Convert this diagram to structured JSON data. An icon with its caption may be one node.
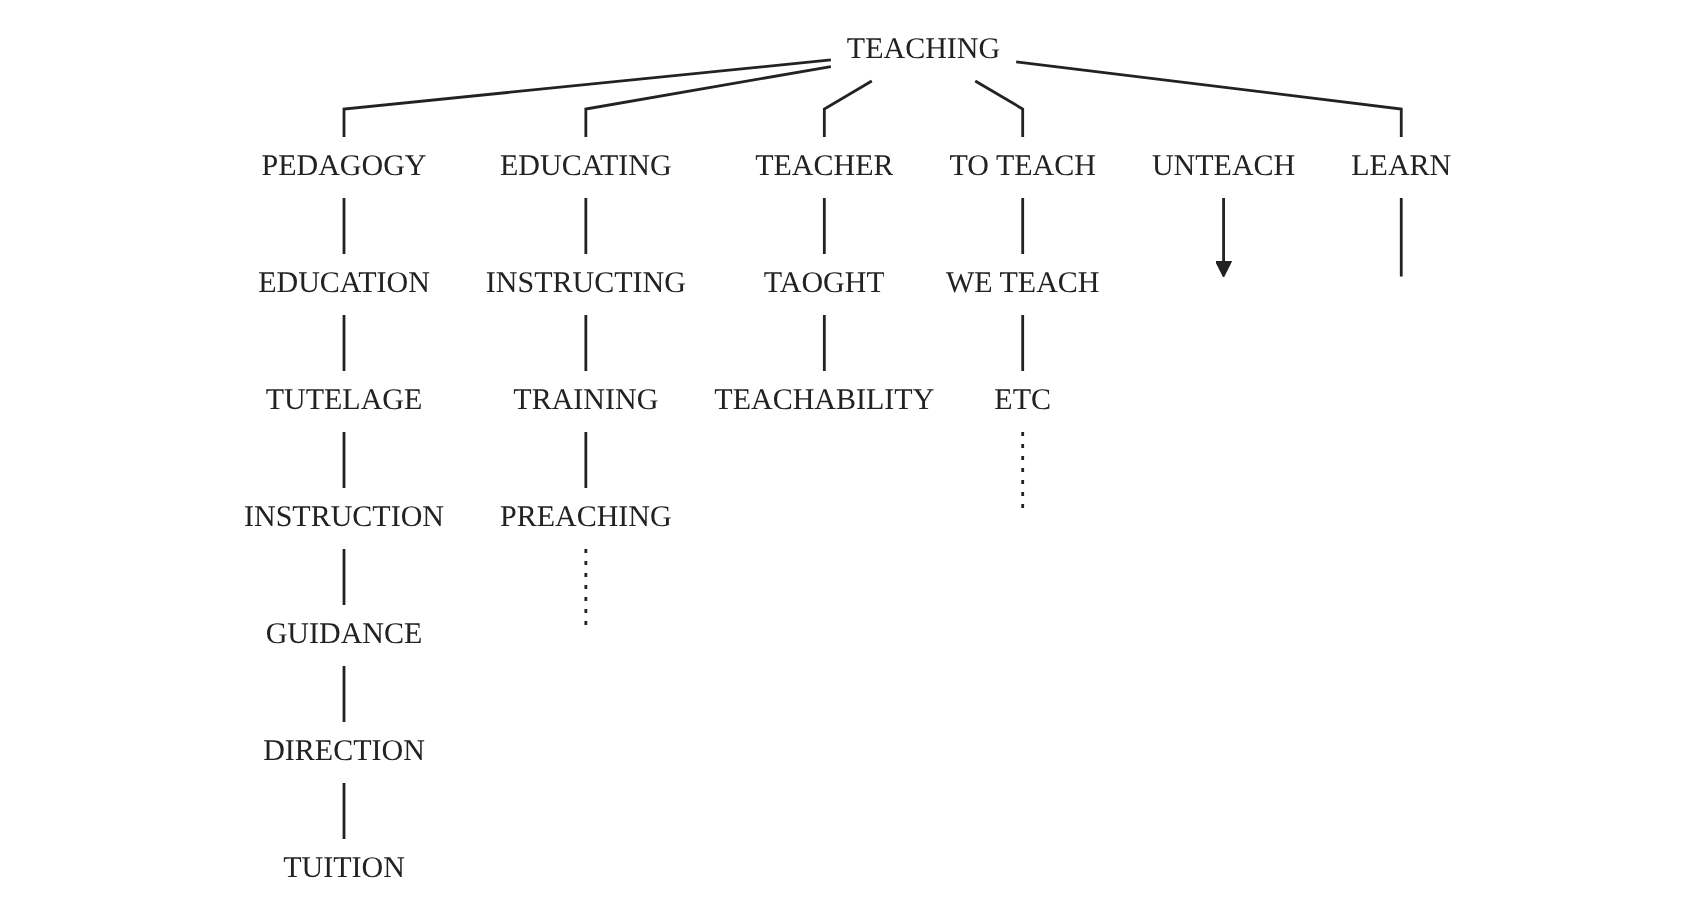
{
  "diagram": {
    "nodes": [
      {
        "text": [
          "TEACHING"
        ]
      },
      {
        "text": [
          "UNTEACH"
        ]
      },
      {
        "text": [
          "PEDAGOGY"
        ]
      },
      {
        "text": [
          "TEACHER"
        ]
      },
      {
        "text": [
          "TO TEACH"
        ]
      },
      {
        "text": [
          "LEARN"
        ]
      },
      {
        "text": [
          "EDUCATION"
        ]
      },
      {
        "text": [
          "EDUCATING"
        ]
      },
      {
        "text": [
          "TAOGHT"
        ]
      },
      {
        "text": [
          "WE TEACH"
        ]
      },
      {
        "text": [
          "TUTELAGE"
        ]
      },
      {
        "text": [
          "ETC"
        ]
      },
      {
        "text": [
          "INSTRUCTION"
        ]
      },
      {
        "text": [
          "INSTRUCTING"
        ]
      },
      {
        "text": [
          "TEACHABILITY"
        ]
      },
      {
        "text": [
          "GUIDANCE"
        ]
      },
      {
        "text": [
          "TRAINING"
        ]
      },
      {
        "text": [
          "DIRECTION"
        ]
      },
      {
        "text": [
          "PREACHING"
        ]
      },
      {
        "text": [
          "TUITION"
        ]
      }
    ],
    "edges": [
      {
        "from": 0,
        "to": 4,
        "arrow": "none"
      },
      {
        "from": 0,
        "to": 2,
        "arrow": "none"
      },
      {
        "from": 0,
        "to": 7,
        "arrow": "none"
      },
      {
        "from": 0,
        "to": 3,
        "arrow": "none"
      },
      {
        "from": 0,
        "to": 5,
        "arrow": "none"
      },
      {
        "from": 1,
        "to": null,
        "arrow": "to"
      },
      {
        "from": 5,
        "to": null,
        "arrow": "none"
      },
      {
        "from": 4,
        "to": 9,
        "arrow": "none"
      },
      {
        "from": 9,
        "to": 11,
        "arrow": "none"
      },
      {
        "from": 11,
        "to": null,
        "arrow": "none",
        "style": "dashed"
      },
      {
        "from": 2,
        "to": 6,
        "arrow": "none"
      },
      {
        "from": 6,
        "to": 10,
        "arrow": "none"
      },
      {
        "from": 10,
        "to": 12,
        "arrow": "none"
      },
      {
        "from": 12,
        "to": 15,
        "arrow": "none"
      },
      {
        "from": 15,
        "to": 17,
        "arrow": "none"
      },
      {
        "from": 17,
        "to": 19,
        "arrow": "none"
      },
      {
        "from": 3,
        "to": 8,
        "arrow": "none"
      },
      {
        "from": 8,
        "to": 14,
        "arrow": "none"
      },
      {
        "from": 7,
        "to": 13,
        "arrow": "none"
      },
      {
        "from": 13,
        "to": 16,
        "arrow": "none"
      },
      {
        "from": 16,
        "to": 18,
        "arrow": "none"
      },
      {
        "from": 18,
        "to": null,
        "arrow": "none",
        "style": "dashed"
      }
    ]
  }
}
